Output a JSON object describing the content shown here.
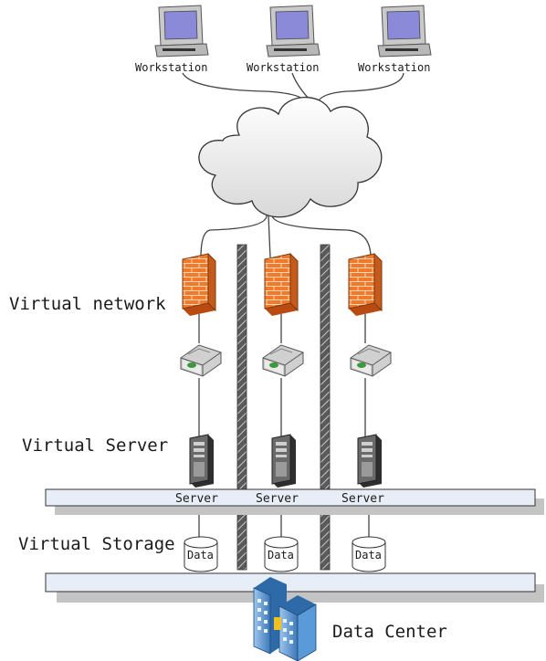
{
  "workstations": [
    "Workstation",
    "Workstation",
    "Workstation"
  ],
  "layers": {
    "network": "Virtual network",
    "server": "Virtual Server",
    "storage": "Virtual Storage"
  },
  "servers": [
    "Server",
    "Server",
    "Server"
  ],
  "storage": [
    "Data",
    "Data",
    "Data"
  ],
  "datacenter": "Data Center",
  "colors": {
    "firewall": "#f07a2a",
    "bar_fill": "#e8eef8",
    "monitor_screen": "#8a8ad8",
    "building": "#4a88c8"
  }
}
